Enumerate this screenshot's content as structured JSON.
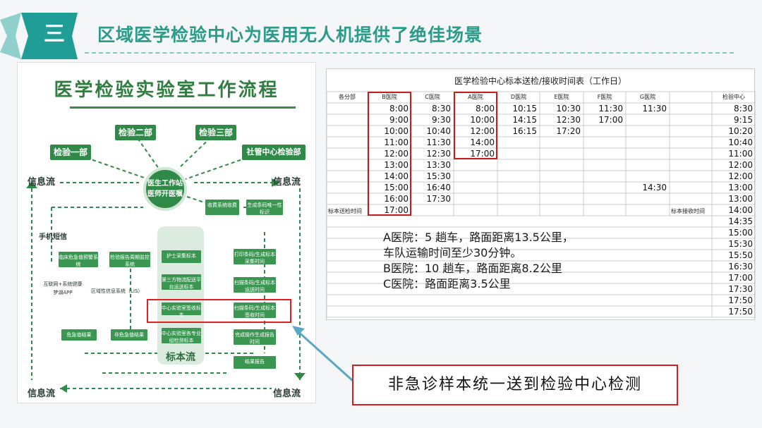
{
  "header": {
    "section_number": "三",
    "title": "区域医学检验中心为医用无人机提供了绝佳场景"
  },
  "flow": {
    "title": "医学检验实验室工作流程",
    "hub": [
      "医生工作站",
      "医师开医嘱"
    ],
    "dept_labels": [
      "检验一部",
      "检验二部",
      "检验三部",
      "社管中心检验部"
    ],
    "info_flow": "信息流",
    "sms": "手机短信",
    "stream_label": "标本流",
    "boxes_small": [
      "收费系统收费",
      "生成条码唯一性标识",
      "临床危急值预警系统",
      "检验报告周期监控系统",
      "打印条码/生成标本采集时间",
      "扫描条码/生成标本运送时间",
      "扫描条码/生成标本签收时间",
      "完成操作生成报告时间",
      "结果报告",
      "护士采集标本",
      "第三方物流配送平台运送标本",
      "中心实验室签收标本",
      "中心实验室各专业组检测标本",
      "互联网+系统健康梦湖APP",
      "区域性信息系统（LIS）",
      "危急值结果",
      "非危急值结果"
    ]
  },
  "schedule": {
    "title": "医学检验中心标本送检/接收时间表（工作日）",
    "headers": [
      "各分部",
      "B医院",
      "C医院",
      "A医院",
      "D医院",
      "E医院",
      "F医院",
      "G医院",
      "",
      "检验中心"
    ],
    "row_label_left": "标本送检时间",
    "row_label_right": "标本接收时间",
    "cols": {
      "B": [
        "8:00",
        "9:00",
        "10:00",
        "11:00",
        "12:00",
        "13:00",
        "14:00",
        "15:00",
        "16:00",
        "17:00"
      ],
      "C": [
        "8:30",
        "9:30",
        "10:40",
        "11:30",
        "12:30",
        "13:30",
        "15:30",
        "16:40",
        "17:30"
      ],
      "A": [
        "8:00",
        "10:00",
        "12:00",
        "14:00",
        "17:00"
      ],
      "D": [
        "10:15",
        "14:15",
        "16:15"
      ],
      "E": [
        "10:30",
        "12:30",
        "17:20"
      ],
      "F": [
        "11:30",
        "17:00"
      ],
      "G": [
        "11:30",
        "",
        "",
        "",
        "",
        "",
        "",
        "14:30"
      ],
      "center": [
        "8:30",
        "9:15",
        "10:20",
        "10:40",
        "11:00",
        "12:00",
        "12:00",
        "13:00",
        "13:00",
        "14:00",
        "14:35",
        "15:00",
        "15:30",
        "15:50",
        "16:30",
        "17:00",
        "17:30",
        "17:50",
        "17:50"
      ]
    },
    "notes": [
      "A医院：5 趟车，路面距离13.5公里，",
      "车队运输时间至少30分钟。",
      "B医院：10 趟车，路面距离8.2公里",
      "C医院：路面距离3.5公里"
    ]
  },
  "callout": "非急诊样本统一送到检验中心检测",
  "colors": {
    "accent": "#2c9b8a",
    "green": "#2f8a47",
    "red": "#d02020"
  }
}
